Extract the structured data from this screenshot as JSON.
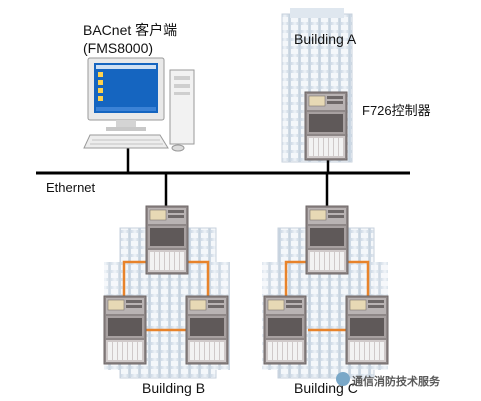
{
  "labels": {
    "client_line1": "BACnet 客户端",
    "client_line2": "(FMS8000)",
    "building_a": "Building A",
    "controller": "F726控制器",
    "ethernet": "Ethernet",
    "building_b": "Building B",
    "building_c": "Building C"
  },
  "watermark": "通信消防技术服务",
  "colors": {
    "ethernet_line": "#000000",
    "ring_link": "#e8832a",
    "panel_frame": "#9a9090",
    "panel_screen": "#e7d9b5",
    "building_tint": "#dde6ef"
  }
}
